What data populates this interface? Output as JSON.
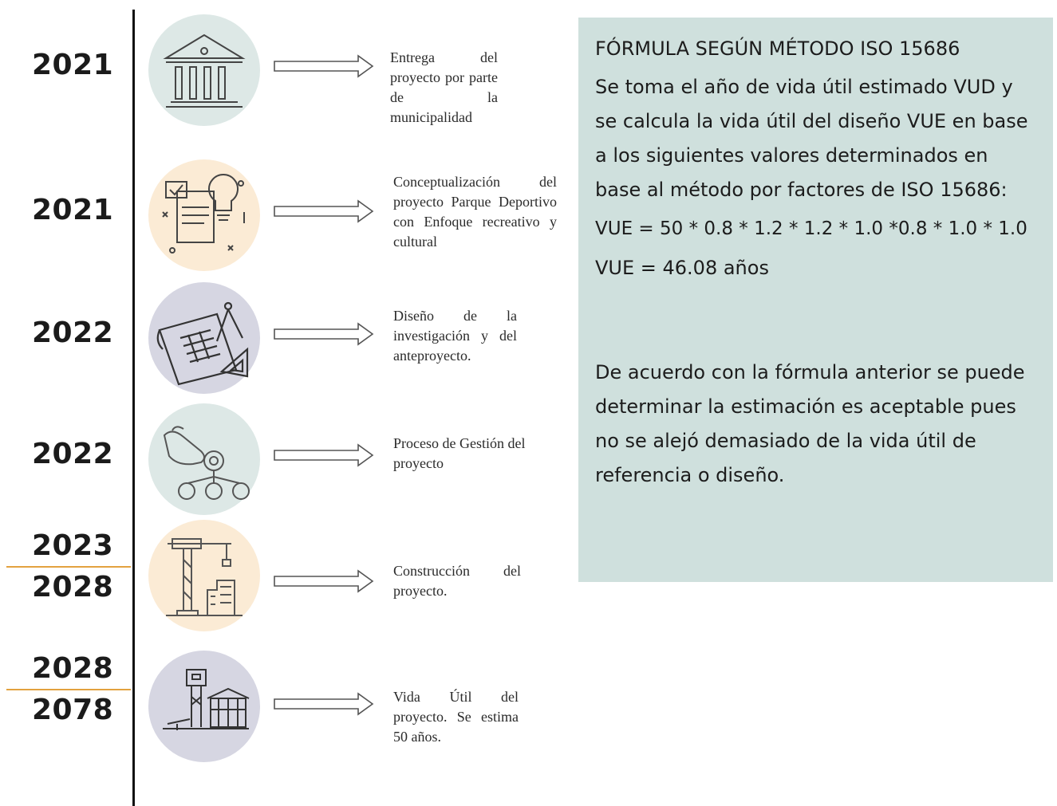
{
  "timeline": [
    {
      "years": [
        "2021"
      ],
      "icon": "government-building-icon",
      "circle_color": "#dde8e6",
      "description": "Entrega del proyecto por parte de la municipalidad"
    },
    {
      "years": [
        "2021"
      ],
      "icon": "idea-checklist-icon",
      "circle_color": "#fbebd5",
      "description": "Conceptualización del proyecto Parque Deportivo con Enfoque recreativo y cultural"
    },
    {
      "years": [
        "2022"
      ],
      "icon": "blueprint-compass-icon",
      "circle_color": "#d6d6e2",
      "description": "Diseño de la investigación y del anteproyecto."
    },
    {
      "years": [
        "2022"
      ],
      "icon": "hand-network-icon",
      "circle_color": "#dde8e6",
      "description": "Proceso de Gestión del proyecto"
    },
    {
      "years": [
        "2023",
        "2028"
      ],
      "icon": "construction-crane-icon",
      "circle_color": "#fbebd5",
      "description": "Construcción del proyecto."
    },
    {
      "years": [
        "2028",
        "2078"
      ],
      "icon": "water-tower-icon",
      "circle_color": "#d6d6e2",
      "description": "Vida Útil del proyecto. Se estima 50 años."
    }
  ],
  "info_box": {
    "title": "FÓRMULA SEGÚN MÉTODO ISO 15686",
    "paragraph": "Se toma el año de vida útil estimado VUD y se calcula la vida útil del diseño VUE en base a los siguientes valores determinados en base al método por factores de ISO 15686:",
    "formula": "VUE = 50 * 0.8 * 1.2 * 1.2 * 1.0 *0.8 * 1.0 * 1.0",
    "result": "VUE = 46.08 años",
    "conclusion": "De acuerdo con la fórmula anterior se puede determinar la estimación es aceptable pues no se alejó demasiado de la vida útil de referencia o diseño."
  },
  "colors": {
    "accent_line": "#e3a23f",
    "info_background": "#cfe0dd"
  }
}
